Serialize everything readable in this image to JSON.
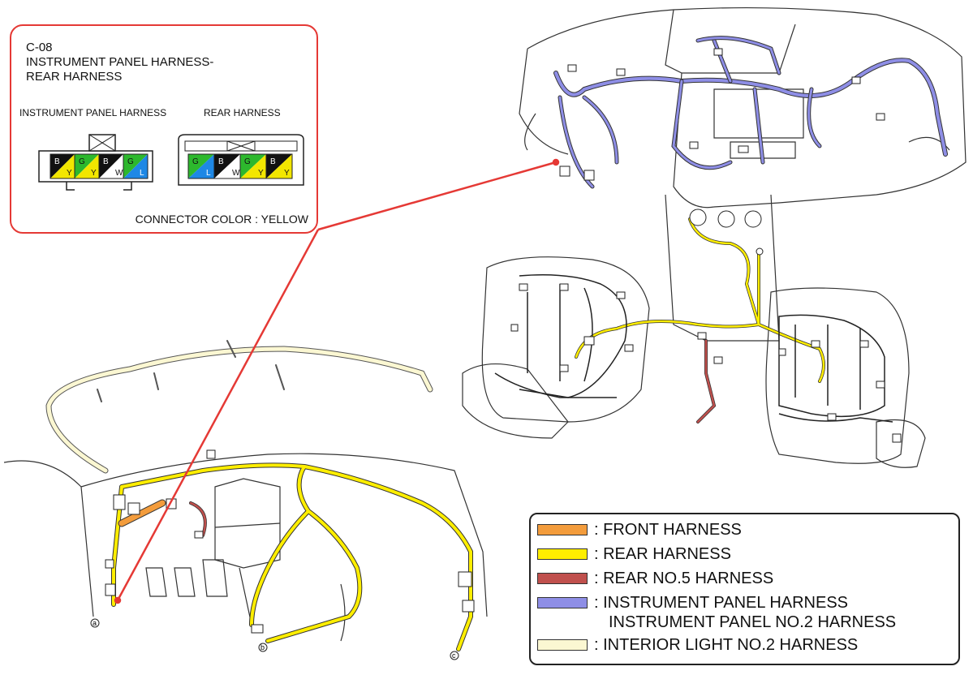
{
  "callout": {
    "code": "C-08",
    "title_line1": "INSTRUMENT PANEL HARNESS-",
    "title_line2": "REAR HARNESS",
    "label_instrument_panel": "INSTRUMENT PANEL HARNESS",
    "label_rear": "REAR HARNESS",
    "connector_color": "CONNECTOR COLOR : YELLOW",
    "ip_connector_pins": [
      {
        "top": "B",
        "bottom": "Y",
        "colors": [
          "#111111",
          "#f2e600"
        ]
      },
      {
        "top": "G",
        "bottom": "Y",
        "colors": [
          "#2db82d",
          "#f2e600"
        ]
      },
      {
        "top": "B",
        "bottom": "W",
        "colors": [
          "#111111",
          "#ffffff"
        ]
      },
      {
        "top": "G",
        "bottom": "L",
        "colors": [
          "#2db82d",
          "#1e88e5"
        ]
      }
    ],
    "rear_connector_pins": [
      {
        "top": "G",
        "bottom": "L",
        "colors": [
          "#2db82d",
          "#1e88e5"
        ]
      },
      {
        "top": "B",
        "bottom": "W",
        "colors": [
          "#111111",
          "#ffffff"
        ]
      },
      {
        "top": "G",
        "bottom": "Y",
        "colors": [
          "#2db82d",
          "#f2e600"
        ]
      },
      {
        "top": "B",
        "bottom": "Y",
        "colors": [
          "#111111",
          "#f2e600"
        ]
      }
    ]
  },
  "legend": {
    "items": [
      {
        "label": ": FRONT HARNESS",
        "color": "#f39c3c"
      },
      {
        "label": ": REAR HARNESS",
        "color": "#ffee00"
      },
      {
        "label": ": REAR NO.5 HARNESS",
        "color": "#c0504d"
      },
      {
        "label": ": INSTRUMENT PANEL HARNESS",
        "label2": "INSTRUMENT PANEL NO.2 HARNESS",
        "color": "#8e8ee6"
      },
      {
        "label": ": INTERIOR LIGHT NO.2 HARNESS",
        "color": "#fbf7d2"
      }
    ]
  },
  "markers": {
    "a": "a",
    "b": "b",
    "c": "c"
  },
  "colors": {
    "callout_border": "#e53935",
    "pointer_line": "#e53935"
  }
}
